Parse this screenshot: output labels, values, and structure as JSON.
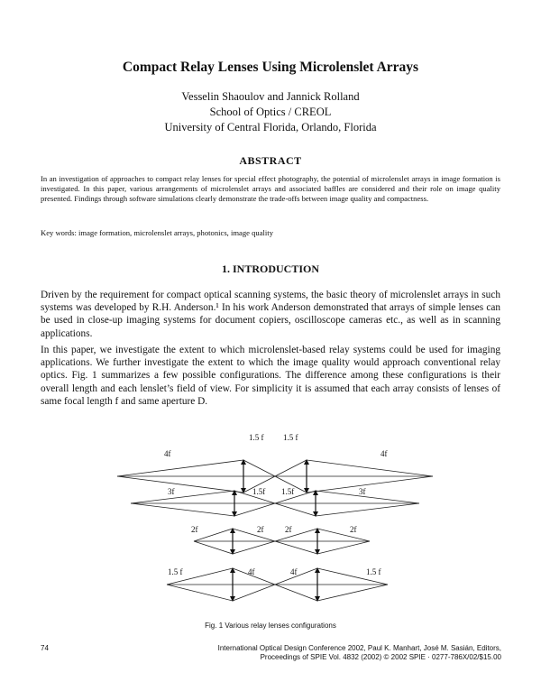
{
  "title": "Compact Relay Lenses Using Microlenslet Arrays",
  "authors": {
    "names": "Vesselin Shaoulov and Jannick Rolland",
    "dept": "School of Optics / CREOL",
    "university": "University of Central Florida, Orlando, Florida"
  },
  "abstract": {
    "heading": "ABSTRACT",
    "body": "In an investigation of approaches to compact relay lenses for special effect photography, the potential of microlenslet arrays in image formation is investigated. In this paper, various arrangements of microlenslet arrays and associated baffles are considered and their role on image quality presented. Findings through software simulations clearly demonstrate the trade-offs between image quality and compactness.",
    "keywords": "Key words: image formation, microlenslet arrays, photonics, image quality"
  },
  "intro": {
    "heading": "1. INTRODUCTION",
    "p1": "Driven by the requirement for compact optical scanning systems, the basic theory of microlenslet arrays in such systems was developed by R.H. Anderson.¹ In his work Anderson demonstrated that arrays of simple lenses can be used in close-up imaging systems for document copiers, oscilloscope cameras etc., as well as in scanning applications.",
    "p2": "In this paper, we investigate the extent to which microlenslet-based relay systems could be used for imaging applications. We further investigate the extent to which the image quality would approach conventional relay optics. Fig. 1 summarizes a few possible configurations. The difference among these configurations is their overall length and each lenslet’s field of view. For simplicity it is assumed that each array consists of lenses of same focal length f and same aperture D."
  },
  "figure": {
    "labels": {
      "row1_left": "4f",
      "row1_mid_left": "1.5 f",
      "row1_mid_right": "1.5 f",
      "row1_right": "4f",
      "row2_left": "3f",
      "row2_mid_left": "1.5f",
      "row2_mid_right": "1.5f",
      "row2_right": "3f",
      "row3_a": "2f",
      "row3_b": "2f",
      "row3_c": "2f",
      "row3_d": "2f",
      "row4_left": "1.5 f",
      "row4_mid_left": "4f",
      "row4_mid_right": "4f",
      "row4_right": "1.5 f"
    },
    "caption": "Fig. 1 Various relay lenses configurations"
  },
  "footer": {
    "page_number": "74",
    "line1": "International Optical Design Conference 2002, Paul K. Manhart, José M. Sasián, Editors,",
    "line2": "Proceedings of SPIE Vol. 4832 (2002) © 2002 SPIE · 0277-786X/02/$15.00"
  }
}
